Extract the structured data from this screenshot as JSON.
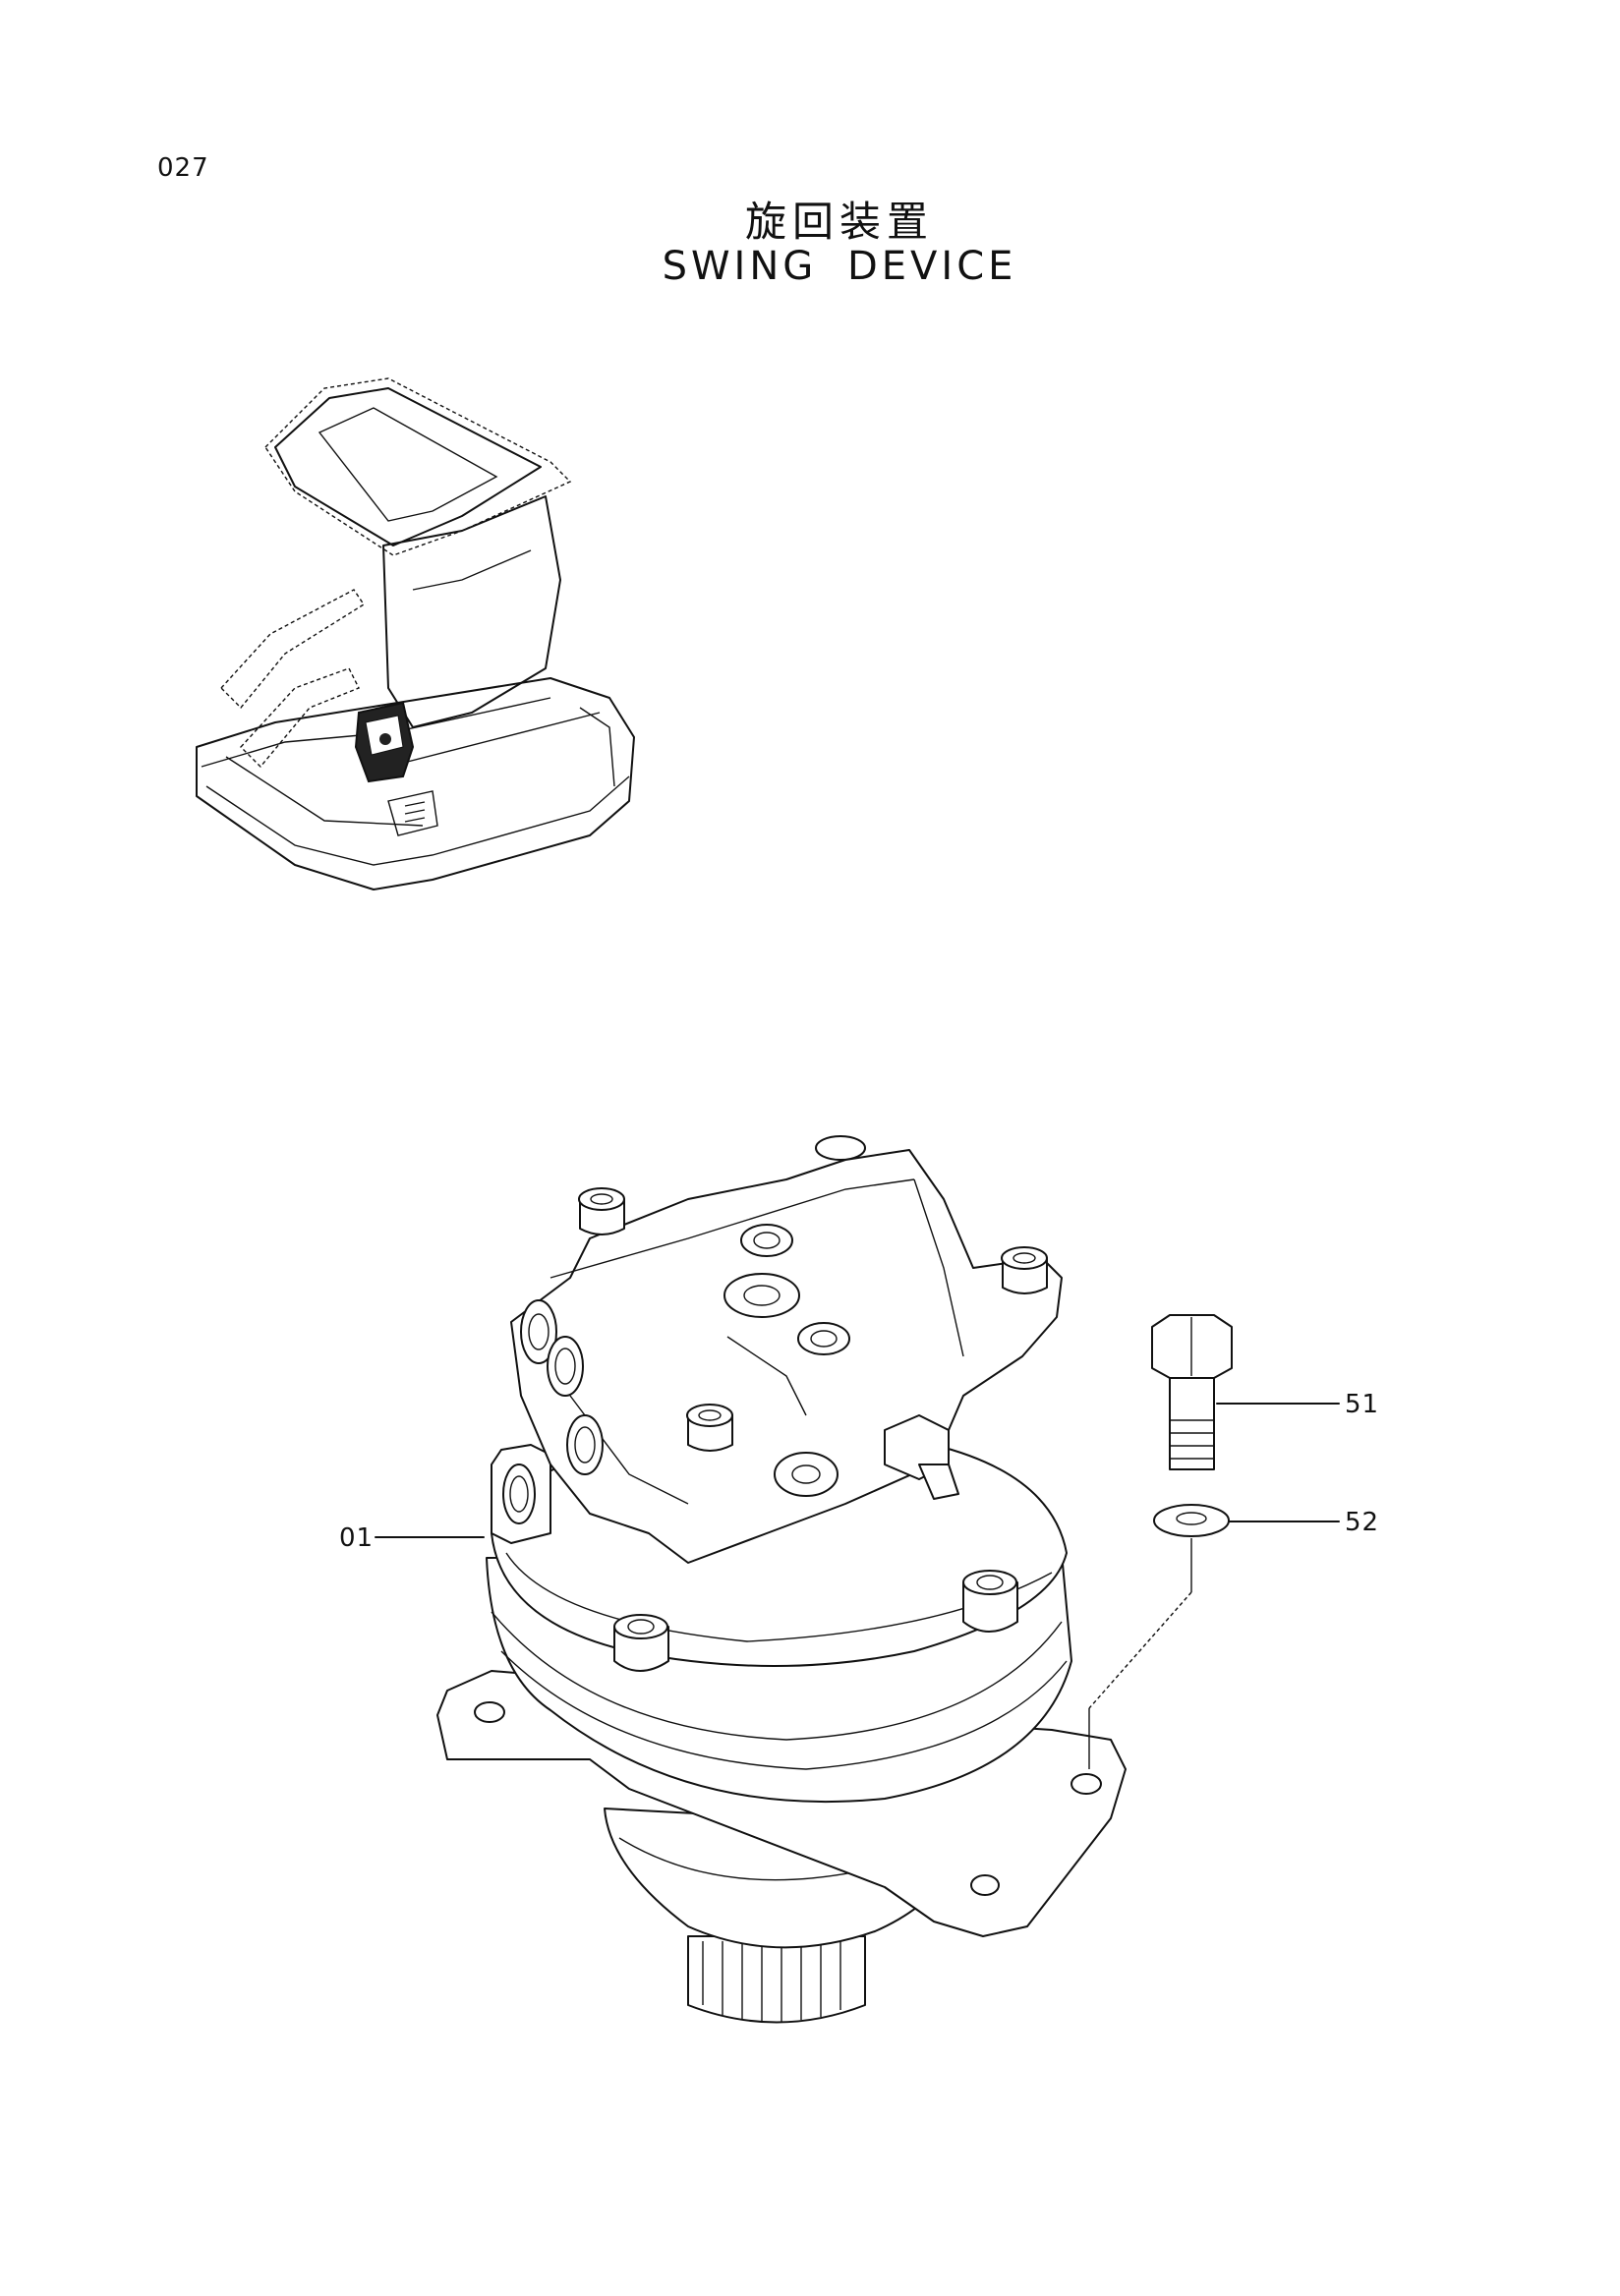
{
  "page": {
    "number": "027",
    "title_jp": "旋回装置",
    "title_en": "SWING  DEVICE"
  },
  "callouts": [
    {
      "id": "01"
    },
    {
      "id": "51"
    },
    {
      "id": "52"
    }
  ],
  "colors": {
    "line": "#111111",
    "background": "#ffffff"
  }
}
